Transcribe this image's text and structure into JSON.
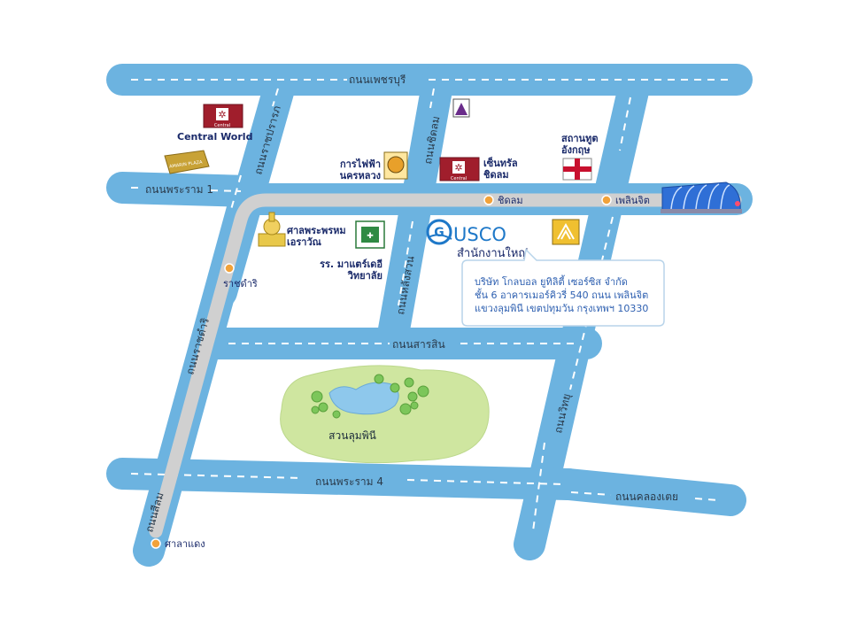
{
  "roads": {
    "phetchaburi": "ถนนเพชรบุรี",
    "ratchaprarop": "ถนนราชปรารภ",
    "rama1": "ถนนพระราม 1",
    "chidlom_road": "ถนนชิดลม",
    "langsuan": "ถนนหลังสวน",
    "ratchadamri_road": "ถนนราชดำริ",
    "sarasin": "ถนนสารสิน",
    "wireless": "ถนนวิทยุ",
    "rama4": "ถนนพระราม 4",
    "khlongtoei": "ถนนคลองเตย",
    "silom": "ถนนสีลม"
  },
  "landmarks": {
    "central_world": "Central World",
    "amarin_plaza_sign": "AMARIN PLAZA",
    "mea_line1": "การไฟฟ้า",
    "mea_line2": "นครหลวง",
    "central_chidlom_line1": "เซ็นทรัล",
    "central_chidlom_line2": "ชิดลม",
    "embassy_line1": "สถานทูต",
    "embassy_line2": "อังกฤษ",
    "erawan_line1": "ศาลพระพรหม",
    "erawan_line2": "เอราวัณ",
    "school_line1": "รร. มาแตร์เดอี",
    "school_line2": "วิทยาลัย",
    "park": "สวนลุมพินี",
    "central_logo_text": "Central"
  },
  "stations": {
    "chidlom": "ชิดลม",
    "ploenchit": "เพลินจิต",
    "ratchadamri": "ราชดำริ",
    "sala_daeng": "ศาลาแดง"
  },
  "hq": {
    "logo": "USCO",
    "logo_initial": "G",
    "subtitle": "สำนักงานใหญ่"
  },
  "address": {
    "line1": "บริษัท โกลบอล ยูทิลิตี้ เซอร์ซิส จำกัด",
    "line2": "ชั้น 6 อาคารเมอร์คิวรี่ 540 ถนน เพลินจิต",
    "line3": "แขวงลุมพินี เขตปทุมวัน กรุงเทพฯ 10330"
  },
  "colors": {
    "road": "#6cb3e0",
    "road_dash": "#ffffff",
    "bts_line": "#d0d0d0",
    "station_dot": "#f2a23a",
    "park": "#cfe6a0",
    "lake": "#8ec8ec",
    "label_blue": "#1a2a6a"
  }
}
